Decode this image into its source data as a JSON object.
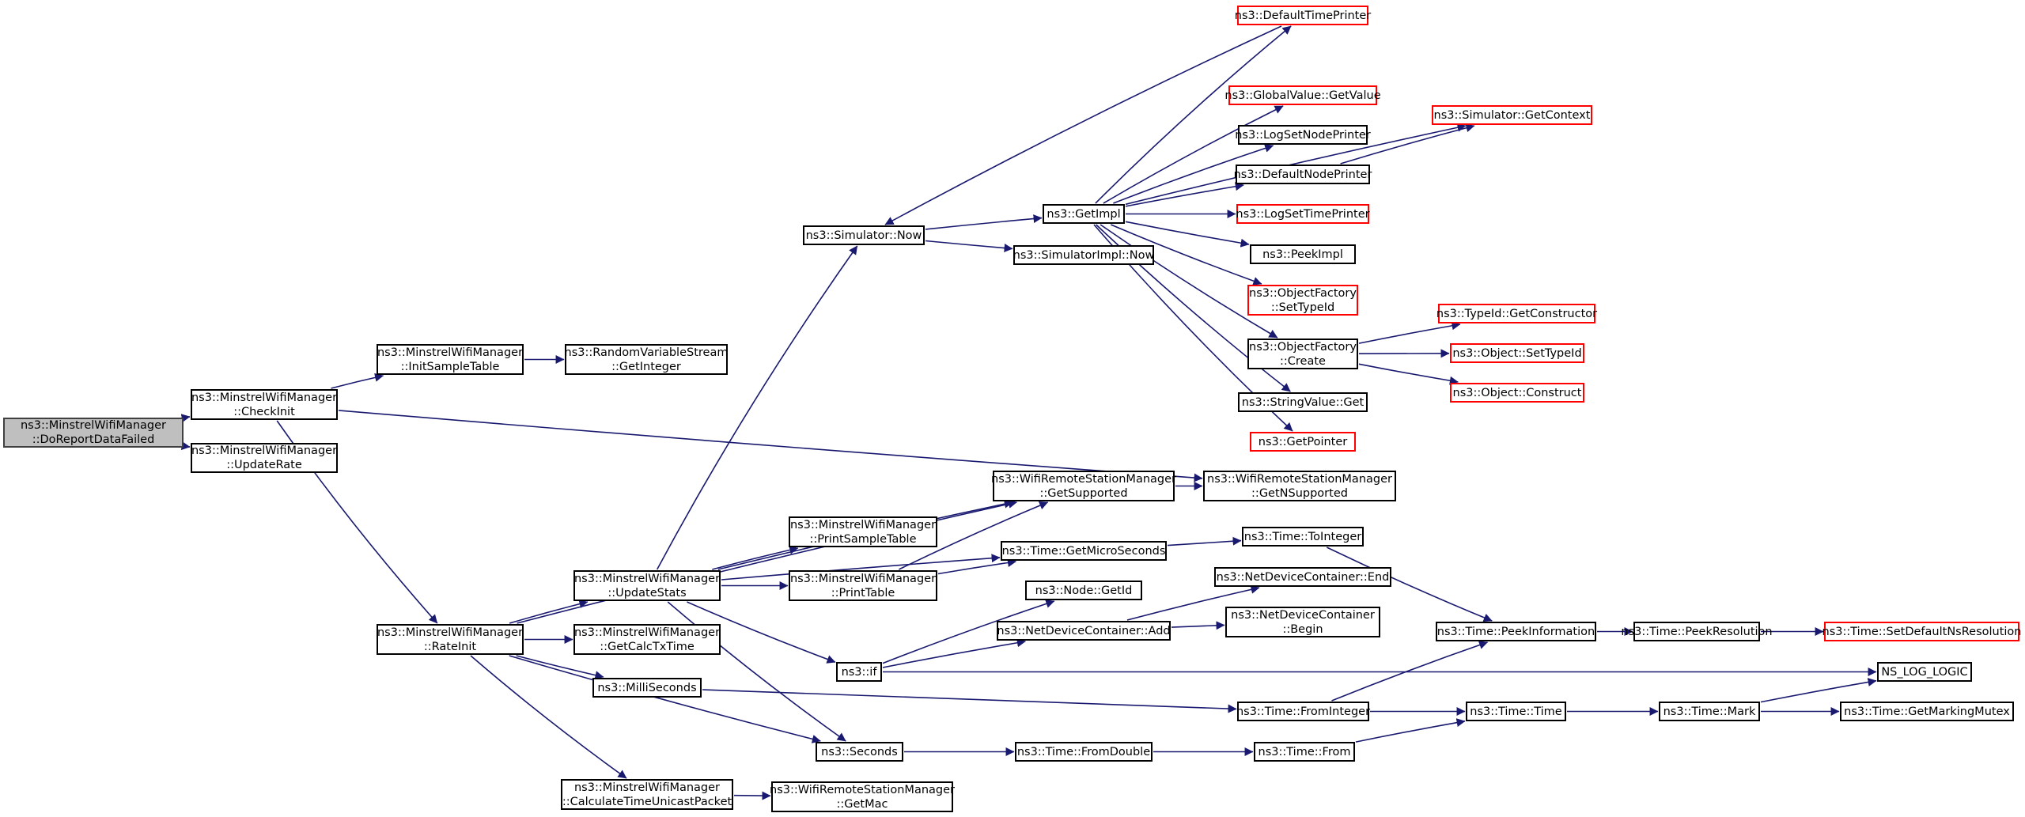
{
  "diagram": {
    "edge_color": "#191970",
    "current_fill": "#bfbfbf",
    "truncated_border": "#ff0000",
    "nodes": [
      {
        "id": "n0",
        "lines": [
          "ns3::MinstrelWifiManager",
          "::DoReportDataFailed"
        ],
        "style": "current"
      },
      {
        "id": "n1",
        "lines": [
          "ns3::MinstrelWifiManager",
          "::CheckInit"
        ],
        "style": "normal"
      },
      {
        "id": "n2",
        "lines": [
          "ns3::MinstrelWifiManager",
          "::UpdateRate"
        ],
        "style": "normal"
      },
      {
        "id": "n3",
        "lines": [
          "ns3::MinstrelWifiManager",
          "::InitSampleTable"
        ],
        "style": "normal"
      },
      {
        "id": "n4",
        "lines": [
          "ns3::RandomVariableStream",
          "::GetInteger"
        ],
        "style": "normal"
      },
      {
        "id": "n5",
        "lines": [
          "ns3::MinstrelWifiManager",
          "::RateInit"
        ],
        "style": "normal"
      },
      {
        "id": "n6",
        "lines": [
          "ns3::WifiRemoteStationManager",
          "::GetNSupported"
        ],
        "style": "normal"
      },
      {
        "id": "n7",
        "lines": [
          "ns3::MinstrelWifiManager",
          "::UpdateStats"
        ],
        "style": "normal"
      },
      {
        "id": "n8",
        "lines": [
          "ns3::MinstrelWifiManager",
          "::GetCalcTxTime"
        ],
        "style": "normal"
      },
      {
        "id": "n9",
        "lines": [
          "ns3::MilliSeconds"
        ],
        "style": "normal"
      },
      {
        "id": "n10",
        "lines": [
          "ns3::Seconds"
        ],
        "style": "normal"
      },
      {
        "id": "n11",
        "lines": [
          "ns3::MinstrelWifiManager",
          "::CalculateTimeUnicastPacket"
        ],
        "style": "normal"
      },
      {
        "id": "n12",
        "lines": [
          "ns3::WifiRemoteStationManager",
          "::GetMac"
        ],
        "style": "normal"
      },
      {
        "id": "n13",
        "lines": [
          "ns3::WifiRemoteStationManager",
          "::GetSupported"
        ],
        "style": "normal"
      },
      {
        "id": "n14",
        "lines": [
          "ns3::Simulator::Now"
        ],
        "style": "normal"
      },
      {
        "id": "n15",
        "lines": [
          "ns3::MinstrelWifiManager",
          "::PrintSampleTable"
        ],
        "style": "normal"
      },
      {
        "id": "n16",
        "lines": [
          "ns3::MinstrelWifiManager",
          "::PrintTable"
        ],
        "style": "normal"
      },
      {
        "id": "n17",
        "lines": [
          "ns3::Time::GetMicroSeconds"
        ],
        "style": "normal"
      },
      {
        "id": "n18",
        "lines": [
          "ns3::if"
        ],
        "style": "normal"
      },
      {
        "id": "n19",
        "lines": [
          "ns3::Time::FromInteger"
        ],
        "style": "normal"
      },
      {
        "id": "n20",
        "lines": [
          "ns3::Time::FromDouble"
        ],
        "style": "normal"
      },
      {
        "id": "n21",
        "lines": [
          "ns3::GetImpl"
        ],
        "style": "normal"
      },
      {
        "id": "n22",
        "lines": [
          "ns3::SimulatorImpl::Now"
        ],
        "style": "normal"
      },
      {
        "id": "n23",
        "lines": [
          "ns3::Time::ToInteger"
        ],
        "style": "normal"
      },
      {
        "id": "n24",
        "lines": [
          "ns3::Node::GetId"
        ],
        "style": "normal"
      },
      {
        "id": "n25",
        "lines": [
          "ns3::NetDeviceContainer::Add"
        ],
        "style": "normal"
      },
      {
        "id": "n26",
        "lines": [
          "NS_LOG_LOGIC"
        ],
        "style": "normal"
      },
      {
        "id": "n27",
        "lines": [
          "ns3::Time::Time"
        ],
        "style": "normal"
      },
      {
        "id": "n28",
        "lines": [
          "ns3::Time::PeekInformation"
        ],
        "style": "normal"
      },
      {
        "id": "n29",
        "lines": [
          "ns3::Time::From"
        ],
        "style": "normal"
      },
      {
        "id": "n30",
        "lines": [
          "ns3::DefaultTimePrinter"
        ],
        "style": "truncated"
      },
      {
        "id": "n31",
        "lines": [
          "ns3::GlobalValue::GetValue"
        ],
        "style": "truncated"
      },
      {
        "id": "n32",
        "lines": [
          "ns3::LogSetNodePrinter"
        ],
        "style": "normal"
      },
      {
        "id": "n33",
        "lines": [
          "ns3::DefaultNodePrinter"
        ],
        "style": "normal"
      },
      {
        "id": "n34",
        "lines": [
          "ns3::LogSetTimePrinter"
        ],
        "style": "truncated"
      },
      {
        "id": "n35",
        "lines": [
          "ns3::PeekImpl"
        ],
        "style": "normal"
      },
      {
        "id": "n36",
        "lines": [
          "ns3::ObjectFactory",
          "::SetTypeId"
        ],
        "style": "truncated"
      },
      {
        "id": "n37",
        "lines": [
          "ns3::ObjectFactory",
          "::Create"
        ],
        "style": "normal"
      },
      {
        "id": "n38",
        "lines": [
          "ns3::StringValue::Get"
        ],
        "style": "normal"
      },
      {
        "id": "n39",
        "lines": [
          "ns3::GetPointer"
        ],
        "style": "truncated"
      },
      {
        "id": "n40",
        "lines": [
          "ns3::NetDeviceContainer::End"
        ],
        "style": "normal"
      },
      {
        "id": "n41",
        "lines": [
          "ns3::NetDeviceContainer",
          "::Begin"
        ],
        "style": "normal"
      },
      {
        "id": "n42",
        "lines": [
          "ns3::Time::PeekResolution"
        ],
        "style": "normal"
      },
      {
        "id": "n43",
        "lines": [
          "ns3::Time::Mark"
        ],
        "style": "normal"
      },
      {
        "id": "n44",
        "lines": [
          "ns3::Simulator::GetContext"
        ],
        "style": "truncated"
      },
      {
        "id": "n45",
        "lines": [
          "ns3::TypeId::GetConstructor"
        ],
        "style": "truncated"
      },
      {
        "id": "n46",
        "lines": [
          "ns3::Object::SetTypeId"
        ],
        "style": "truncated"
      },
      {
        "id": "n47",
        "lines": [
          "ns3::Object::Construct"
        ],
        "style": "truncated"
      },
      {
        "id": "n48",
        "lines": [
          "ns3::Time::SetDefaultNsResolution"
        ],
        "style": "truncated"
      },
      {
        "id": "n49",
        "lines": [
          "ns3::Time::GetMarkingMutex"
        ],
        "style": "normal"
      }
    ],
    "edges": [
      [
        "n0",
        "n1"
      ],
      [
        "n0",
        "n2"
      ],
      [
        "n1",
        "n3"
      ],
      [
        "n1",
        "n5"
      ],
      [
        "n1",
        "n6"
      ],
      [
        "n3",
        "n4"
      ],
      [
        "n5",
        "n13"
      ],
      [
        "n5",
        "n7"
      ],
      [
        "n5",
        "n8"
      ],
      [
        "n5",
        "n9"
      ],
      [
        "n5",
        "n10"
      ],
      [
        "n5",
        "n11"
      ],
      [
        "n7",
        "n14"
      ],
      [
        "n7",
        "n13"
      ],
      [
        "n7",
        "n15"
      ],
      [
        "n7",
        "n16"
      ],
      [
        "n7",
        "n17"
      ],
      [
        "n7",
        "n18"
      ],
      [
        "n7",
        "n10"
      ],
      [
        "n9",
        "n19"
      ],
      [
        "n10",
        "n20"
      ],
      [
        "n11",
        "n12"
      ],
      [
        "n13",
        "n6"
      ],
      [
        "n14",
        "n21"
      ],
      [
        "n14",
        "n22"
      ],
      [
        "n16",
        "n13"
      ],
      [
        "n16",
        "n17"
      ],
      [
        "n17",
        "n23"
      ],
      [
        "n18",
        "n24"
      ],
      [
        "n18",
        "n25"
      ],
      [
        "n18",
        "n26"
      ],
      [
        "n19",
        "n27"
      ],
      [
        "n19",
        "n28"
      ],
      [
        "n20",
        "n29"
      ],
      [
        "n21",
        "n30"
      ],
      [
        "n21",
        "n31"
      ],
      [
        "n21",
        "n32"
      ],
      [
        "n21",
        "n33"
      ],
      [
        "n21",
        "n34"
      ],
      [
        "n21",
        "n35"
      ],
      [
        "n21",
        "n36"
      ],
      [
        "n21",
        "n37"
      ],
      [
        "n21",
        "n38"
      ],
      [
        "n21",
        "n39"
      ],
      [
        "n21",
        "n44"
      ],
      [
        "n23",
        "n28"
      ],
      [
        "n25",
        "n40"
      ],
      [
        "n25",
        "n41"
      ],
      [
        "n27",
        "n43"
      ],
      [
        "n28",
        "n42"
      ],
      [
        "n29",
        "n27"
      ],
      [
        "n30",
        "n14"
      ],
      [
        "n33",
        "n44"
      ],
      [
        "n37",
        "n45"
      ],
      [
        "n37",
        "n46"
      ],
      [
        "n37",
        "n47"
      ],
      [
        "n42",
        "n48"
      ],
      [
        "n43",
        "n26"
      ],
      [
        "n43",
        "n49"
      ]
    ]
  }
}
